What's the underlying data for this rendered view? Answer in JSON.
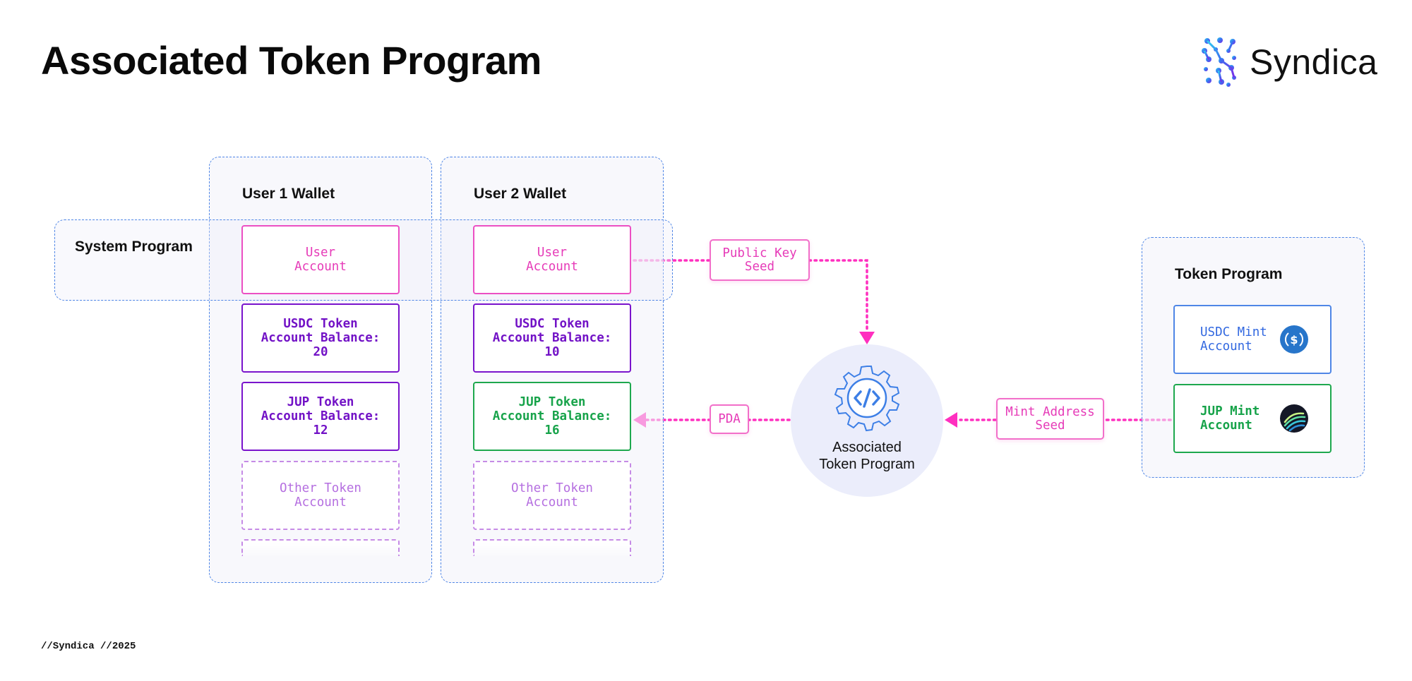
{
  "title": "Associated Token Program",
  "brand": {
    "name": "Syndica"
  },
  "footer": "//Syndica //2025",
  "colors": {
    "accent_pink": "#ec4fc3",
    "purple": "#7a14cc",
    "green": "#1ea84e",
    "blue": "#4f86e6",
    "lavender": "#c68be6"
  },
  "panels": {
    "system_program": "System Program",
    "user1_wallet": "User 1 Wallet",
    "user2_wallet": "User 2 Wallet",
    "token_program": "Token Program"
  },
  "user1": {
    "user_account": "User\nAccount",
    "usdc": "USDC Token\nAccount Balance:\n20",
    "jup": "JUP Token\nAccount Balance:\n12",
    "other": "Other Token\nAccount"
  },
  "user2": {
    "user_account": "User\nAccount",
    "usdc": "USDC Token\nAccount Balance:\n10",
    "jup": "JUP Token\nAccount Balance:\n16",
    "other": "Other Token\nAccount"
  },
  "seeds": {
    "public_key": "Public Key\nSeed",
    "pda": "PDA",
    "mint_address": "Mint Address\nSeed"
  },
  "ata": {
    "label": "Associated\nToken Program",
    "icon": "code-gear-icon"
  },
  "token_program": {
    "usdc_mint": "USDC Mint\nAccount",
    "jup_mint": "JUP Mint\nAccount",
    "usdc_icon": "usdc-coin-icon",
    "jup_icon": "jupiter-coin-icon"
  }
}
